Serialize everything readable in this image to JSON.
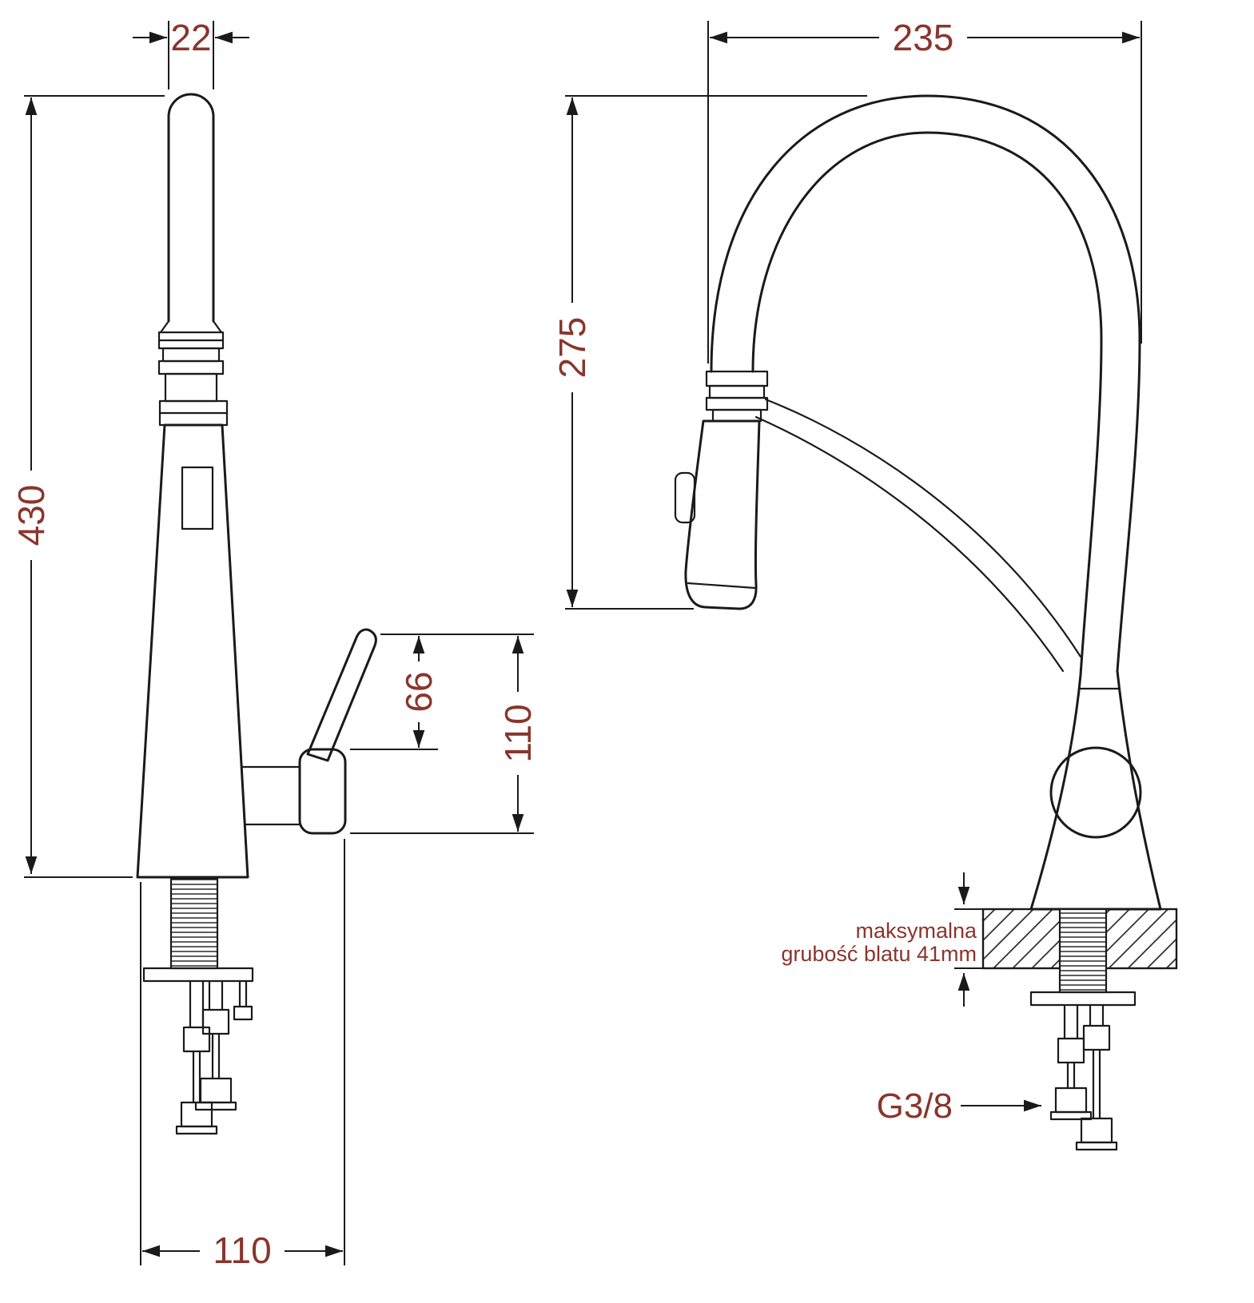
{
  "side_view": {
    "dim_spout_diameter": "22",
    "dim_total_height": "430",
    "dim_handle_lever": "66",
    "dim_handle_assembly": "110",
    "dim_base_reach": "110"
  },
  "front_view": {
    "dim_reach": "235",
    "dim_spout_height": "275",
    "counter_note_line1": "maksymalna",
    "counter_note_line2": "grubość blatu 41mm",
    "thread_size": "G3/8"
  },
  "colors": {
    "line": "#1a1a1a",
    "dimension_text": "#8a352c",
    "background": "#ffffff"
  }
}
